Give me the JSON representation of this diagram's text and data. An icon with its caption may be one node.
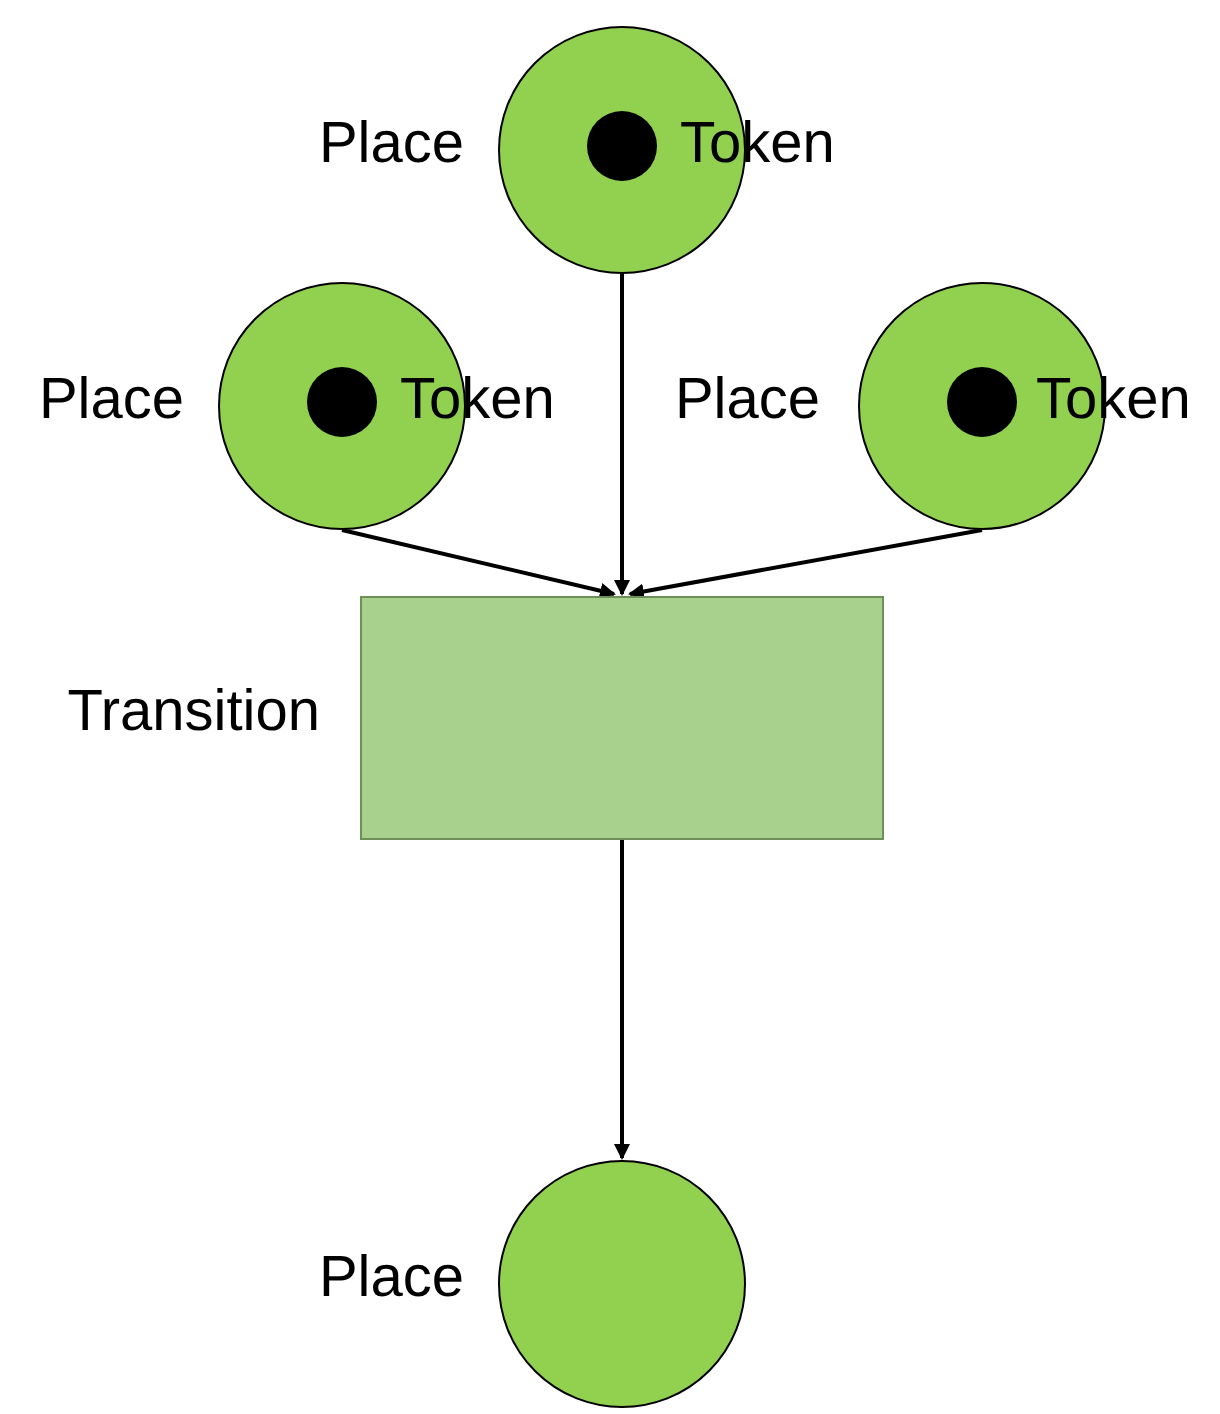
{
  "diagram": {
    "nodes": [
      {
        "text": [
          "Token"
        ],
        "beside": [
          "Place"
        ]
      },
      {
        "text": [
          "Token"
        ],
        "beside": [
          "Place"
        ]
      },
      {
        "text": [
          "Token"
        ],
        "beside": [
          "Place"
        ]
      },
      {
        "text": [],
        "shape": "box",
        "beside": [
          "Transition"
        ]
      },
      {
        "text": [],
        "shape": "circle",
        "beside": [
          "Place"
        ]
      }
    ],
    "edges": [
      {
        "from": 0,
        "to": 3,
        "arrow": "to"
      },
      {
        "from": 1,
        "to": 3,
        "arrow": "to"
      },
      {
        "from": 2,
        "to": 3,
        "arrow": "to"
      },
      {
        "from": 3,
        "to": 4,
        "arrow": "to"
      }
    ]
  }
}
